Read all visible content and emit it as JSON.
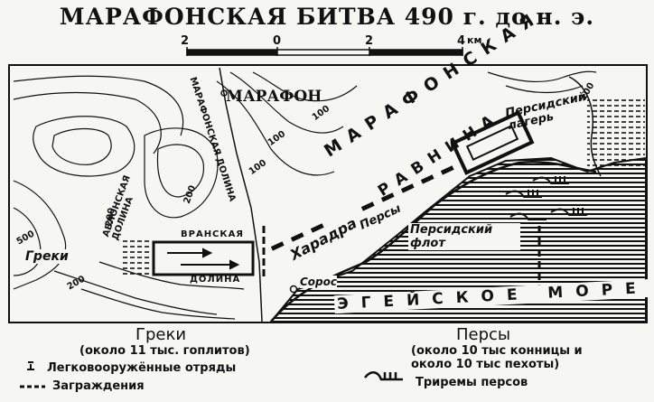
{
  "title": "МАРАФОНСКАЯ БИТВА 490 г. до н. э.",
  "scale": {
    "ticks": [
      "2",
      "0",
      "2",
      "4"
    ],
    "unit": "км"
  },
  "map": {
    "sea_color": "#111111",
    "labels": {
      "marathon": "МАРАФОН",
      "plain_line1": "МАРАФОНСКАЯ",
      "plain_line2": "РАВНИНА",
      "persian_camp": "Персидский лагерь",
      "marathon_valley": "МАРАФОНСКАЯ ДОЛИНА",
      "avlon_valley": "АВЛОНСКАЯ ДОЛИНА",
      "vrana": "ВРАНСКАЯ",
      "dolina": "ДОЛИНА",
      "harадра": "Харадра",
      "persy_map": "Персы",
      "persian_fleet": "Персидский флот",
      "soros": "Сорос",
      "greki_map": "Греки",
      "aegean": "ЭГЕЙСКОЕ МОРЕ",
      "c100a": "100",
      "c100b": "100",
      "c200a": "200",
      "c200b": "200",
      "c200c": "200",
      "c500": "500",
      "c100c": "100",
      "c100d": "100"
    }
  },
  "legend": {
    "greeks_head": "Греки",
    "greeks_sub": "(около 11 тыс. гоплитов)",
    "light_troops": "Легковооружённые отряды",
    "barriers": "Заграждения",
    "persians_head": "Персы",
    "persians_sub1": "(около 10 тыс конницы и",
    "persians_sub2": "около 10 тыс пехоты)",
    "triremes": "Триремы персов"
  }
}
